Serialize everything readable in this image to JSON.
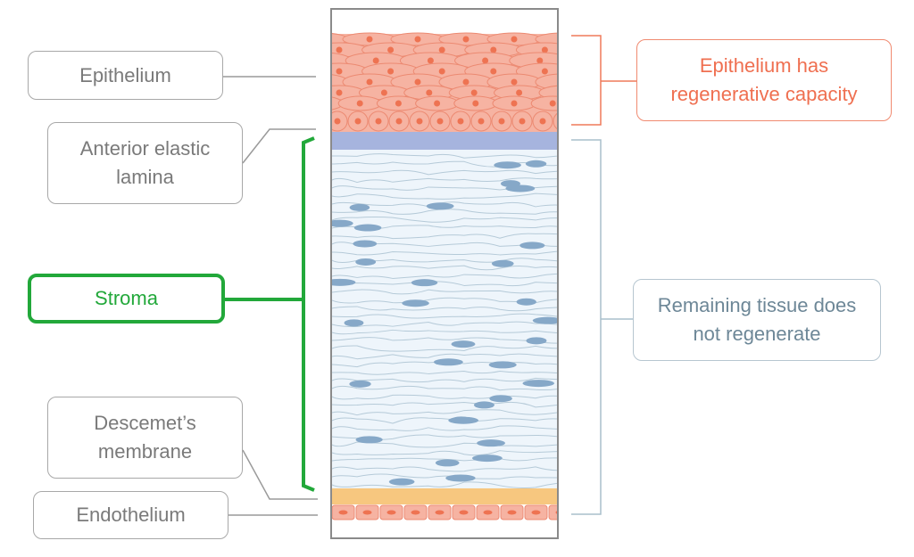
{
  "labels": {
    "epithelium": "Epithelium",
    "anterior_elastic_lamina": "Anterior elastic lamina",
    "stroma": "Stroma",
    "descemets_membrane": "Descemet’s membrane",
    "endothelium": "Endothelium"
  },
  "annotations": {
    "regenerative": "Epithelium has regenerative capacity",
    "non_regenerative": "Remaining tissue does not regenerate"
  },
  "colors": {
    "epithelium": "#f6b3a2",
    "nucleus": "#ee7352",
    "bowman": "#a6b4de",
    "stroma": "#eef5fb",
    "keratocyte": "#86a8c8",
    "descemet": "#f7c77f",
    "highlight": "#22a83a",
    "regenerative": "#ef7a5a",
    "non_regenerative": "#a9bfcc"
  }
}
